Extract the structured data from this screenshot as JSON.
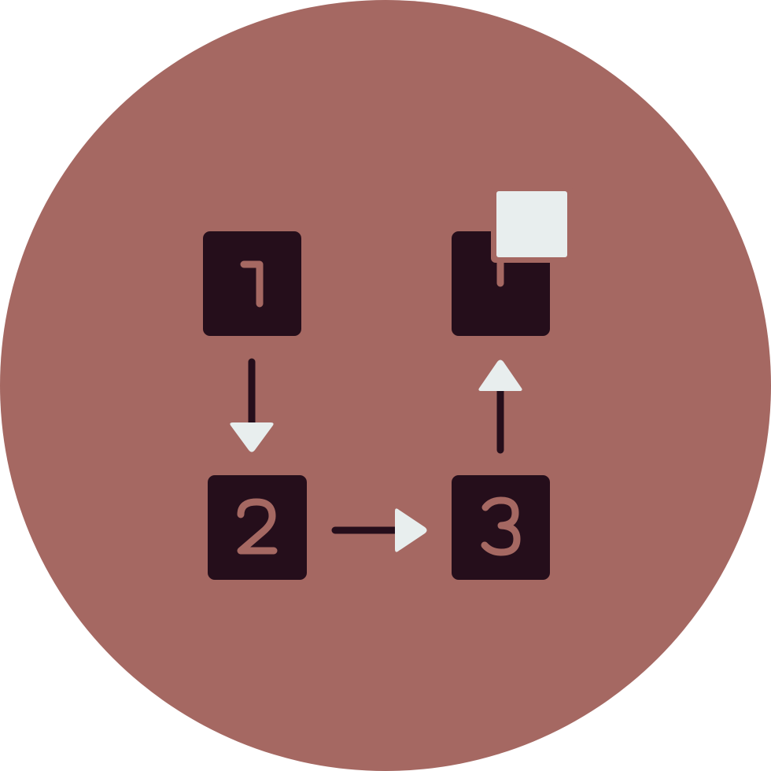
{
  "colors": {
    "background": "#ffffff",
    "circle": "#a56862",
    "box": "#250e1b",
    "digit": "#a56862",
    "arrow_head": "#e8eeee",
    "arrow_line": "#250e1b",
    "overlay_square": "#e8eeee"
  },
  "steps": [
    {
      "label": "1"
    },
    {
      "label": "2"
    },
    {
      "label": "3"
    }
  ],
  "icons": {
    "arrow_down": "arrow-down-icon",
    "arrow_right": "arrow-right-icon",
    "arrow_up": "arrow-up-icon",
    "result_box": "result-box-icon"
  }
}
